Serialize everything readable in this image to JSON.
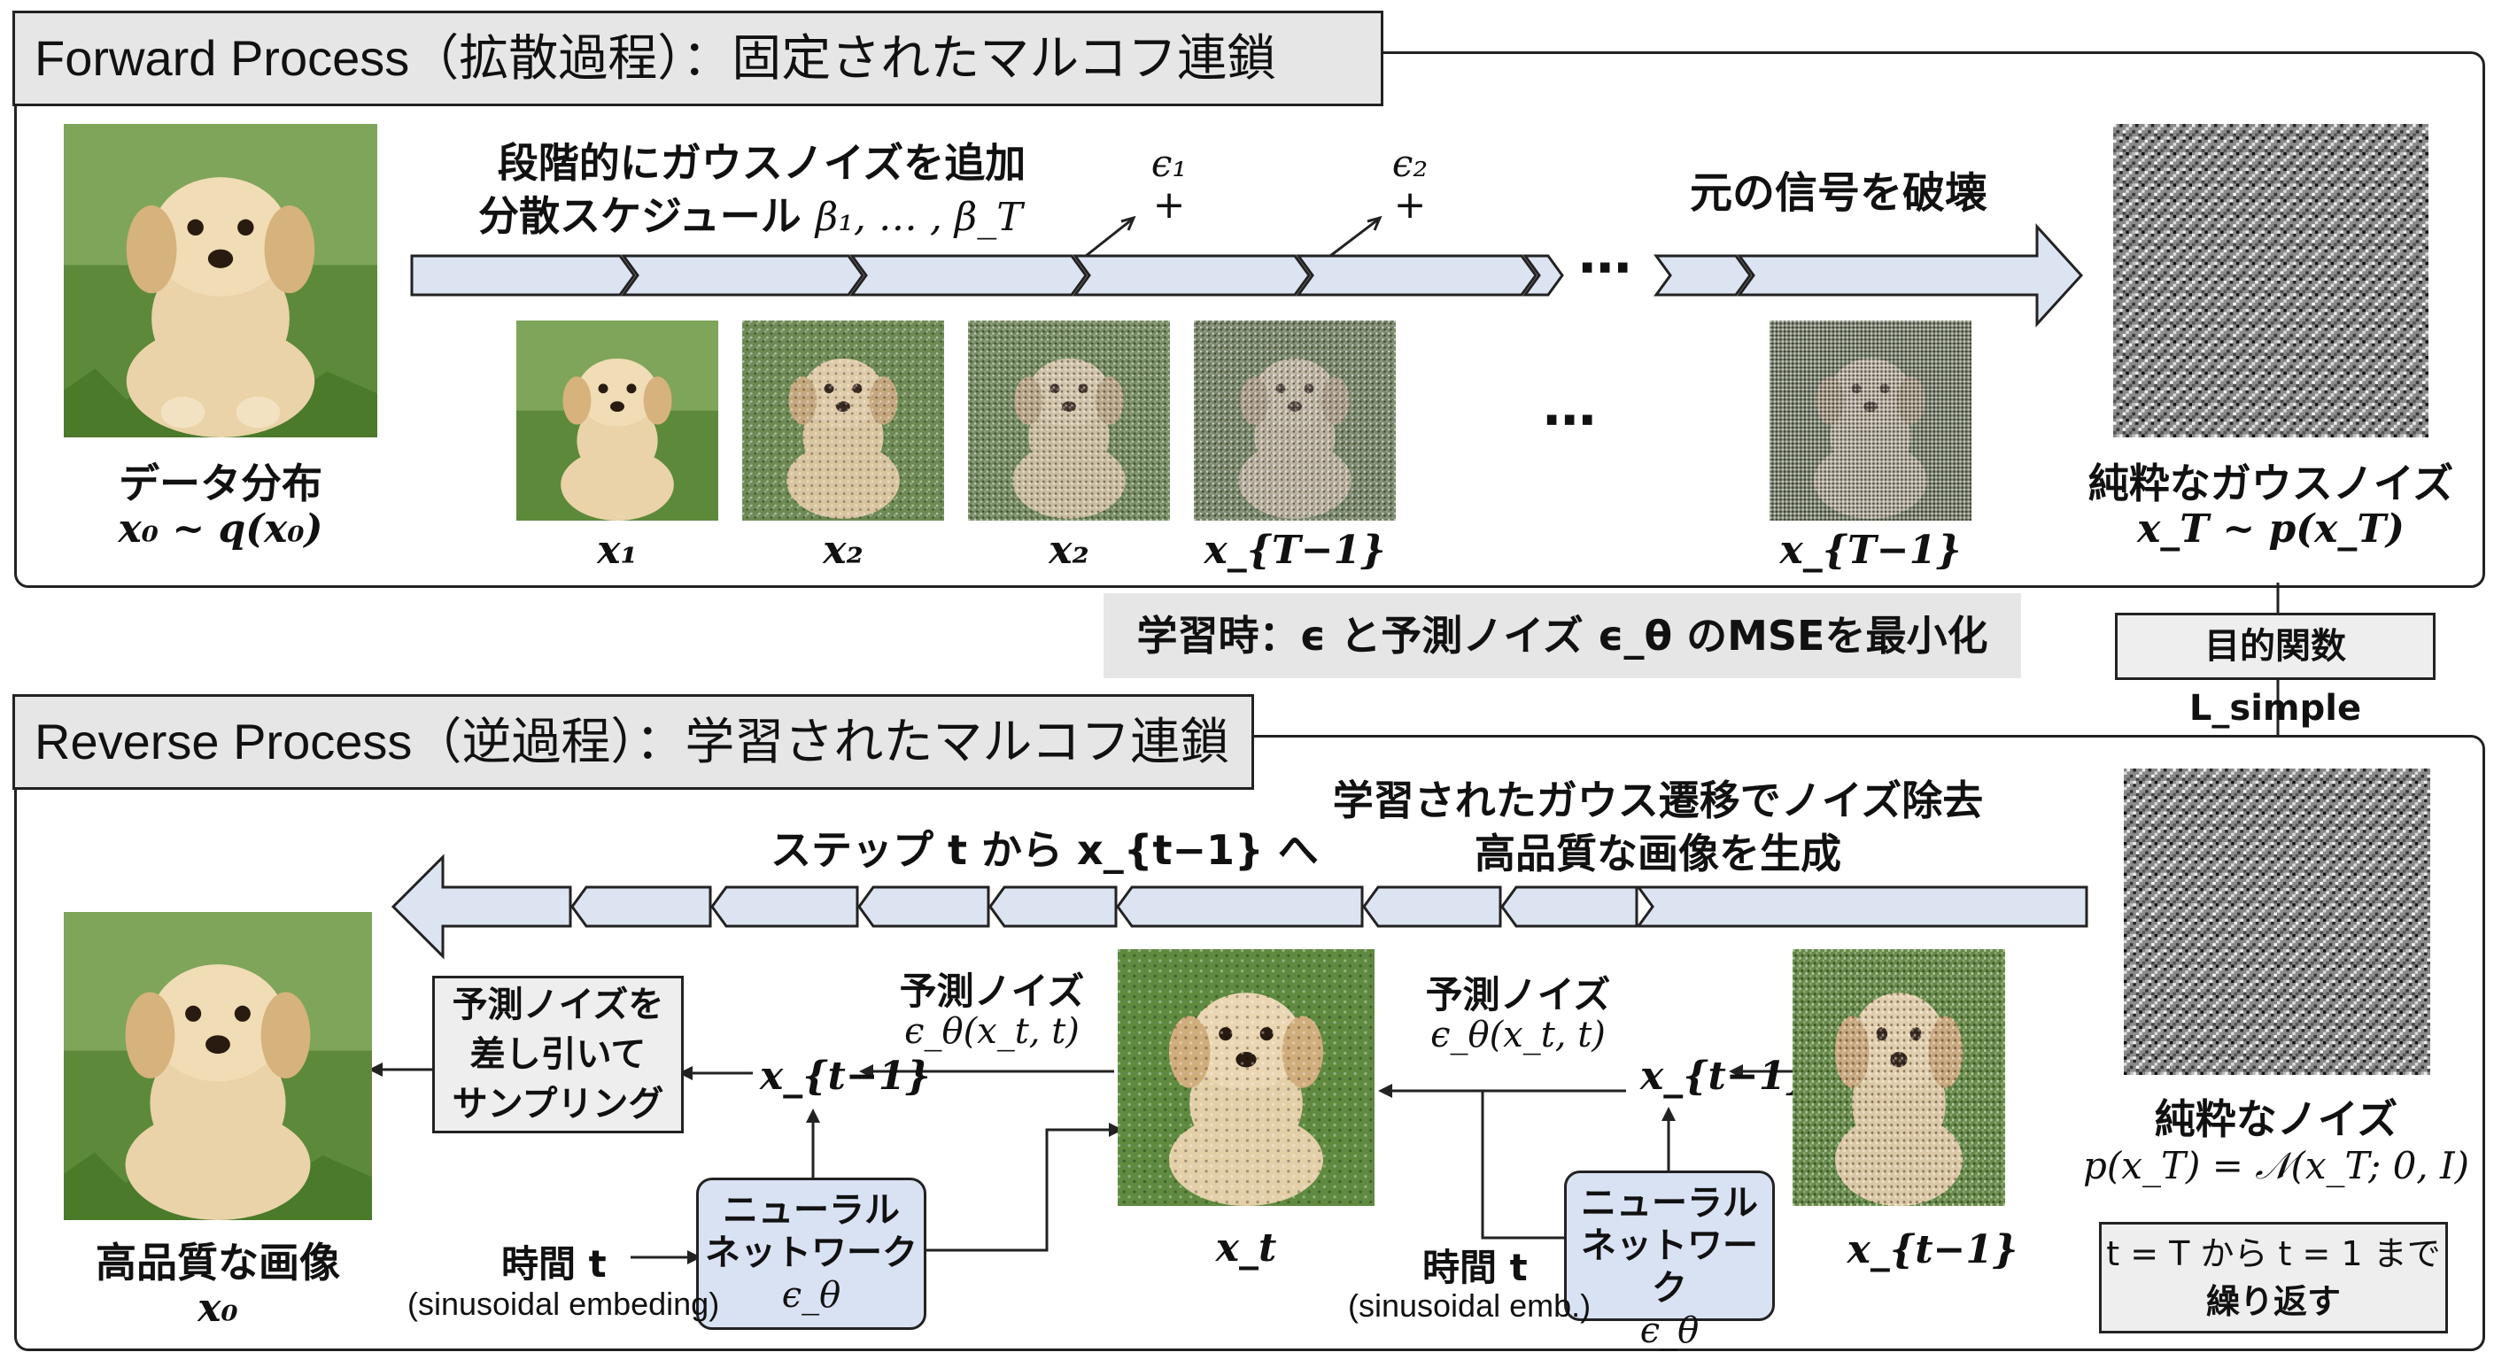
{
  "forward": {
    "title": "Forward Process（拡散過程）：固定されたマルコフ連鎖",
    "arrow_text_line1": "段階的にガウスノイズを追加",
    "arrow_text_line2": "分散スケジュール",
    "schedule_math": "β₁, … , β_T",
    "eps1": "ϵ₁",
    "eps2": "ϵ₂",
    "plus": "+",
    "destroy_text": "元の信号を破壊",
    "data_label": "データ分布",
    "data_math": "x₀ ~ q(x₀)",
    "frames": [
      "x₁",
      "x₂",
      "x₂",
      "x_{T−1}",
      "x_{T−1}"
    ],
    "dots": "⋯",
    "noise_label": "純粋なガウスノイズ",
    "noise_math": "x_T ~ p(x_T)"
  },
  "training": {
    "mse_text": "学習時：ϵ と予測ノイズ ϵ_θ のMSEを最小化",
    "objective": "目的関数 L_simple"
  },
  "reverse": {
    "title": "Reverse Process（逆過程）：学習されたマルコフ連鎖",
    "arrow_text_line1": "学習されたガウス遷移でノイズ除去",
    "arrow_text_line2": "高品質な画像を生成",
    "step_text": "ステップ t から x_{t−1} へ",
    "final_label": "高品質な画像",
    "final_math": "x₀",
    "subtract_box": [
      "予測ノイズを",
      "差し引いて",
      "サンプリング"
    ],
    "xtm1_left": "x_{t−1}",
    "pred_noise_left": "予測ノイズ",
    "pred_math_left": "ϵ_θ(x_t, t)",
    "xt_label": "x_t",
    "pred_noise_right": "予測ノイズ",
    "pred_math_right": "ϵ_θ(x_t, t)",
    "xtm1_mid": "x_{t−1}",
    "xtm1_right": "x_{t−1}",
    "nn_left": [
      "ニューラル",
      "ネットワーク",
      "ϵ_θ"
    ],
    "nn_right": [
      "ニューラル",
      "ネットワーク",
      "ϵ_θ"
    ],
    "time_left": "時間 t",
    "sin_left": "(sinusoidal embeding)",
    "time_right": "時間 t",
    "sin_right": "(sinusoidal emb.)",
    "noise_label": "純粋なノイズ",
    "noise_math": "p(x_T) = 𝒩(x_T; 0, I)",
    "repeat_box": [
      "t = T から t = 1 まで",
      "繰り返す"
    ]
  },
  "colors": {
    "arrow_fill": "#dce4f2",
    "nn_fill": "#d9e2f3",
    "title_fill": "#e6e6e6",
    "grass": "#5d8a3a",
    "fur": "#ead3a8"
  }
}
